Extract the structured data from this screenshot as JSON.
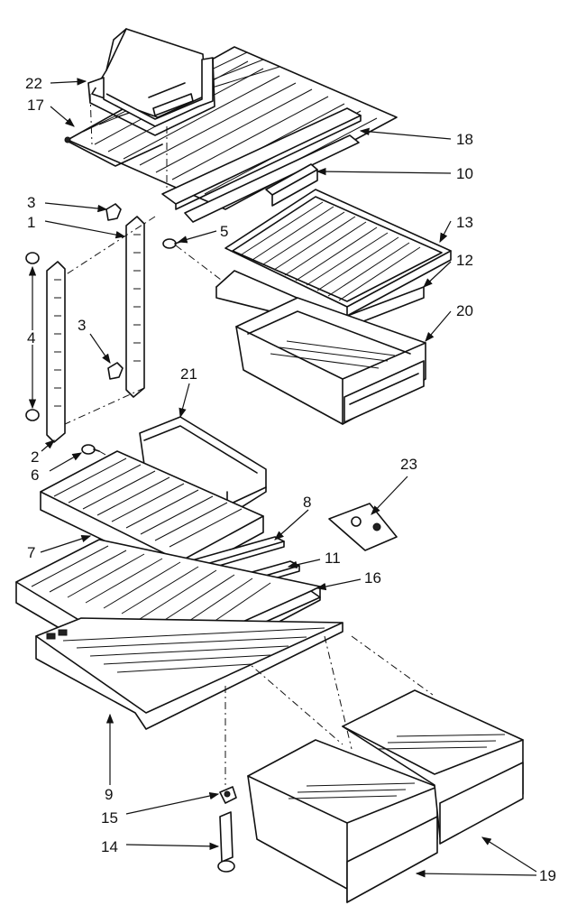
{
  "callouts": [
    {
      "id": "22",
      "label": "22"
    },
    {
      "id": "17",
      "label": "17"
    },
    {
      "id": "18",
      "label": "18"
    },
    {
      "id": "10",
      "label": "10"
    },
    {
      "id": "13",
      "label": "13"
    },
    {
      "id": "12",
      "label": "12"
    },
    {
      "id": "20",
      "label": "20"
    },
    {
      "id": "3a",
      "label": "3"
    },
    {
      "id": "1",
      "label": "1"
    },
    {
      "id": "5",
      "label": "5"
    },
    {
      "id": "4",
      "label": "4"
    },
    {
      "id": "3b",
      "label": "3"
    },
    {
      "id": "21",
      "label": "21"
    },
    {
      "id": "2",
      "label": "2"
    },
    {
      "id": "6",
      "label": "6"
    },
    {
      "id": "23",
      "label": "23"
    },
    {
      "id": "8",
      "label": "8"
    },
    {
      "id": "7",
      "label": "7"
    },
    {
      "id": "11",
      "label": "11"
    },
    {
      "id": "16",
      "label": "16"
    },
    {
      "id": "9",
      "label": "9"
    },
    {
      "id": "15",
      "label": "15"
    },
    {
      "id": "14",
      "label": "14"
    },
    {
      "id": "19",
      "label": "19"
    }
  ],
  "colors": {
    "ink": "#111111",
    "paper": "#ffffff"
  }
}
